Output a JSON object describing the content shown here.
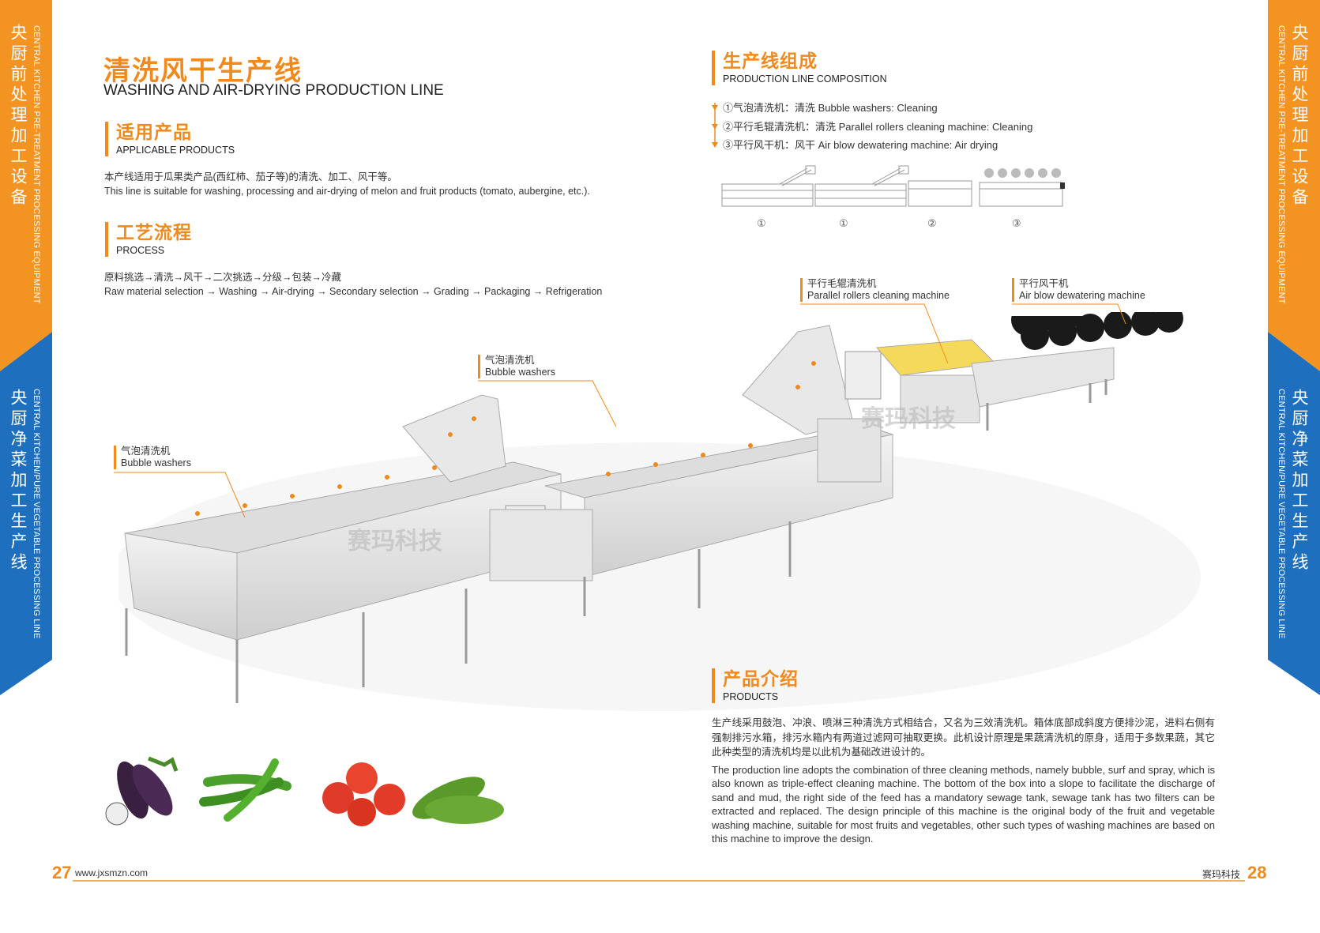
{
  "side_left": {
    "top_cn": "央厨前处理加工设备",
    "top_en": "CENTRAL KITCHEN PRE-TREATMENT PROCESSING EQUIPMENT",
    "bottom_cn": "央厨净菜加工生产线",
    "bottom_en": "CENTRAL KITCHEN/PURE VEGETABLE PROCESSING LINE"
  },
  "side_right": {
    "top_cn": "央厨前处理加工设备",
    "top_en": "CENTRAL KITCHEN PRE-TREATMENT PROCESSING EQUIPMENT",
    "bottom_cn": "央厨净菜加工生产线",
    "bottom_en": "CENTRAL KITCHEN/PURE VEGETABLE PROCESSING LINE"
  },
  "title": {
    "cn": "清洗风干生产线",
    "en": "WASHING AND AIR-DRYING PRODUCTION LINE"
  },
  "applicable": {
    "cn": "适用产品",
    "en": "APPLICABLE PRODUCTS",
    "text_cn": "本产线适用于瓜果类产品(西红柿、茄子等)的清洗、加工、风干等。",
    "text_en": "This line is suitable for washing, processing and air-drying of melon and fruit products (tomato, aubergine, etc.)."
  },
  "process": {
    "cn": "工艺流程",
    "en": "PROCESS",
    "text_cn": "原料挑选→清洗→风干→二次挑选→分级→包装→冷藏",
    "text_en": "Raw material selection → Washing → Air-drying → Secondary selection → Grading → Packaging → Refrigeration"
  },
  "composition": {
    "cn": "生产线组成",
    "en": "PRODUCTION LINE COMPOSITION",
    "items": [
      "①气泡清洗机：清洗  Bubble washers: Cleaning",
      "②平行毛辊清洗机：清洗  Parallel rollers cleaning machine: Cleaning",
      "③平行风干机：风干  Air blow dewatering machine: Air drying"
    ],
    "diagram_numbers": [
      "①",
      "①",
      "②",
      "③"
    ]
  },
  "callouts": [
    {
      "cn": "气泡清洗机",
      "en": "Bubble washers"
    },
    {
      "cn": "气泡清洗机",
      "en": "Bubble washers"
    },
    {
      "cn": "平行毛辊清洗机",
      "en": "Parallel rollers cleaning machine"
    },
    {
      "cn": "平行风干机",
      "en": "Air blow dewatering machine"
    }
  ],
  "watermark": "赛玛科技",
  "products": {
    "cn": "产品介绍",
    "en": "PRODUCTS",
    "text_cn": "生产线采用鼓泡、冲浪、喷淋三种清洗方式相结合，又名为三效清洗机。箱体底部成斜度方便排沙泥，进料右侧有强制排污水箱，排污水箱内有两道过滤网可抽取更换。此机设计原理是果蔬清洗机的原身，适用于多数果蔬，其它此种类型的清洗机均是以此机为基础改进设计的。",
    "text_en": "The production line adopts the combination of three cleaning methods, namely bubble, surf and spray, which is also known as triple-effect cleaning machine. The bottom of the box into a slope to facilitate the discharge of sand and mud, the right side of the feed has a mandatory sewage tank, sewage tank has two filters can be extracted and replaced. The design principle of this machine is the original body of the fruit and vegetable washing machine, suitable for most fruits and vegetables, other such types of washing machines are based on this machine to improve the design."
  },
  "footer": {
    "page_left": "27",
    "url": "www.jxsmzn.com",
    "brand": "赛玛科技",
    "page_right": "28"
  },
  "colors": {
    "orange": "#f08a1c",
    "blue": "#1f6fbf"
  }
}
